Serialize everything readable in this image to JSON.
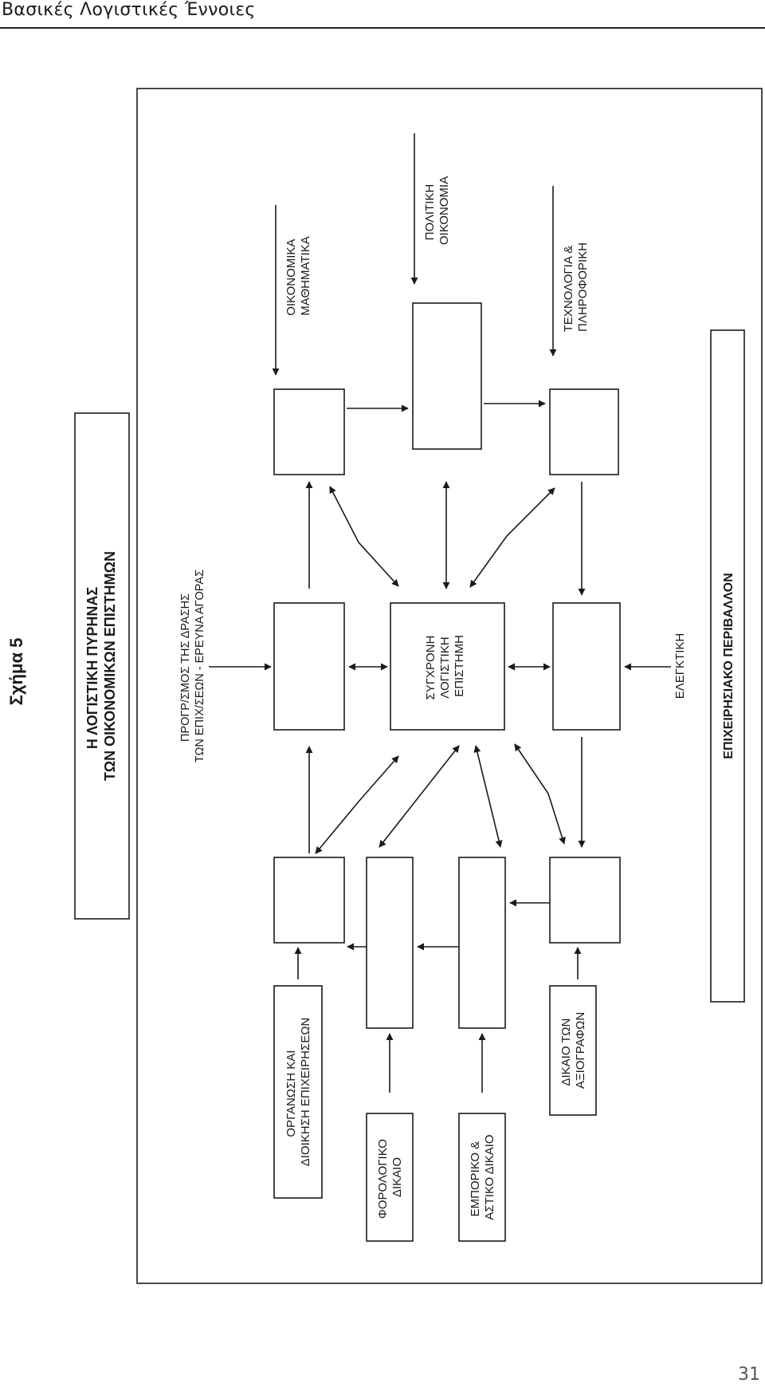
{
  "header": {
    "title": "Βασικές Λογιστικές Έννοιες"
  },
  "figure": {
    "label": "Σχήμα 5",
    "core_title": [
      "Η ΛΟΓΙΣΤΙΚΗ ΠΥΡΗΝΑΣ",
      "ΤΩΝ ΟΙΚΟΝΟΜΙΚΩΝ ΕΠΙΣΤΗΜΩΝ"
    ],
    "environment": "ΕΠΙΧΕΙΡΗΣΙΑΚΟ ΠΕΡΙΒΑΛΛΟΝ",
    "center": [
      "ΣΥΓΧΡΟΝΗ",
      "ΛΟΓΙΣΤΙΚΗ",
      "ΕΠΙΣΤΗΜΗ"
    ],
    "planning": [
      "ΠΡΟΓΡ/ΣΜΟΣ ΤΗΣ ΔΡΑΣΗΣ",
      "ΤΩΝ ΕΠΙΧ/ΣΕΩΝ - ΕΡΕΥΝΑ ΑΓΟΡΑΣ"
    ],
    "auditing": "ΕΛΕΓΚΤΙΚΗ",
    "economic_math": [
      "ΟΙΚΟΝΟΜΙΚΑ",
      "ΜΑΘΗΜΑΤΙΚΑ"
    ],
    "political_economy": [
      "ΠΟΛΙΤΙΚΗ",
      "ΟΙΚΟΝΟΜΙΑ"
    ],
    "technology": [
      "ΤΕΧΝΟΛΟΓΙΑ &",
      "ΠΛΗΡΟΦΟΡΙΚΗ"
    ],
    "organization": [
      "ΟΡΓΑΝΩΣΗ ΚΑΙ",
      "ΔΙΟΙΚΗΣΗ ΕΠΙΧΕΙΡΗΣΕΩΝ"
    ],
    "tax_law": [
      "ΦΟΡΟΛΟΓΙΚΟ",
      "ΔΙΚΑΙΟ"
    ],
    "commercial_law": [
      "ΕΜΠΟΡΙΚΟ &",
      "ΑΣΤΙΚΟ ΔΙΚΑΙΟ"
    ],
    "securities_law": [
      "ΔΙΚΑΙΟ ΤΩΝ",
      "ΑΞΙΟΓΡΑΦΩΝ"
    ]
  },
  "page_number": "31"
}
